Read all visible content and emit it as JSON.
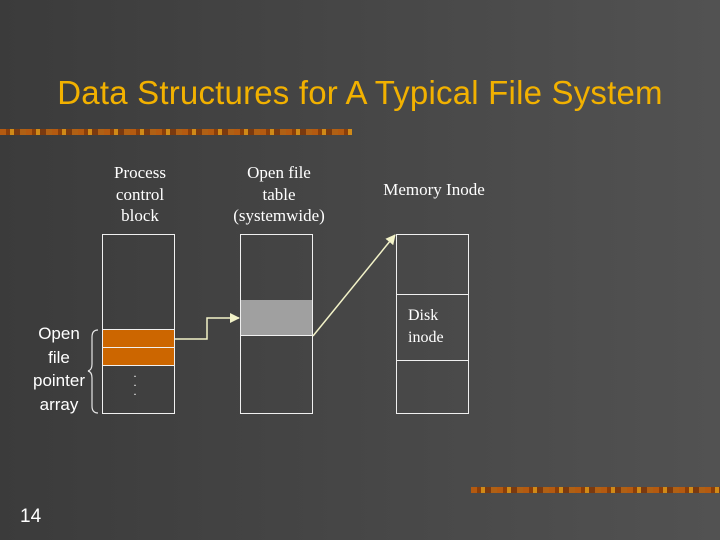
{
  "title": "Data Structures for A Typical File System",
  "page_number": "14",
  "columns": {
    "pcb": [
      "Process",
      "control",
      "block"
    ],
    "oft": [
      "Open file",
      "table",
      "(systemwide)"
    ],
    "inode": "Memory Inode"
  },
  "side_label": [
    "Open",
    "file",
    "pointer",
    "array"
  ],
  "disk_inode": [
    "Disk",
    "inode"
  ],
  "ellipsis": "·\n·\n·",
  "colors": {
    "title": "#f2b100",
    "pointer_cell": "#cc6600",
    "table_cell": "#a0a0a0"
  }
}
